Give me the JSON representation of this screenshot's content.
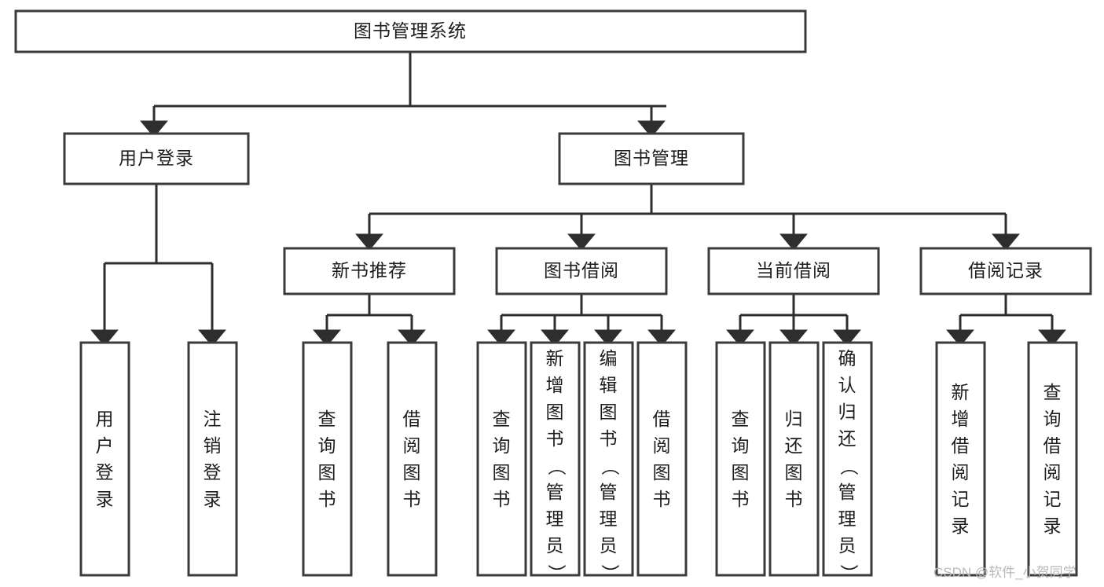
{
  "diagram": {
    "title": "图书管理系统",
    "type": "tree",
    "root": {
      "id": "root",
      "label": "图书管理系统",
      "orientation": "horizontal"
    },
    "level2": [
      {
        "id": "user-login",
        "label": "用户登录",
        "orientation": "horizontal"
      },
      {
        "id": "book-manage",
        "label": "图书管理",
        "orientation": "horizontal"
      }
    ],
    "level3": [
      {
        "id": "new-book-recommend",
        "label": "新书推荐",
        "orientation": "horizontal",
        "parent": "book-manage"
      },
      {
        "id": "book-borrow",
        "label": "图书借阅",
        "orientation": "horizontal",
        "parent": "book-manage"
      },
      {
        "id": "current-borrow",
        "label": "当前借阅",
        "orientation": "horizontal",
        "parent": "book-manage"
      },
      {
        "id": "borrow-record",
        "label": "借阅记录",
        "orientation": "horizontal",
        "parent": "book-manage"
      }
    ],
    "leaves": [
      {
        "id": "leaf-user-login",
        "label": "用户登录",
        "orientation": "vertical",
        "parent": "user-login"
      },
      {
        "id": "leaf-logout-login",
        "label": "注销登录",
        "orientation": "vertical",
        "parent": "user-login"
      },
      {
        "id": "leaf-query-book-1",
        "label": "查询图书",
        "orientation": "vertical",
        "parent": "new-book-recommend"
      },
      {
        "id": "leaf-borrow-book-1",
        "label": "借阅图书",
        "orientation": "vertical",
        "parent": "new-book-recommend"
      },
      {
        "id": "leaf-query-book-2",
        "label": "查询图书",
        "orientation": "vertical",
        "parent": "book-borrow"
      },
      {
        "id": "leaf-add-book-admin",
        "label": "新增图书（管理员）",
        "orientation": "vertical",
        "parent": "book-borrow"
      },
      {
        "id": "leaf-edit-book-admin",
        "label": "编辑图书（管理员）",
        "orientation": "vertical",
        "parent": "book-borrow"
      },
      {
        "id": "leaf-borrow-book-2",
        "label": "借阅图书",
        "orientation": "vertical",
        "parent": "book-borrow"
      },
      {
        "id": "leaf-query-book-3",
        "label": "查询图书",
        "orientation": "vertical",
        "parent": "current-borrow"
      },
      {
        "id": "leaf-return-book",
        "label": "归还图书",
        "orientation": "vertical",
        "parent": "current-borrow"
      },
      {
        "id": "leaf-confirm-return-admin",
        "label": "确认归还（管理员）",
        "orientation": "vertical",
        "parent": "current-borrow"
      },
      {
        "id": "leaf-add-borrow-record",
        "label": "新增借阅记录",
        "orientation": "vertical",
        "parent": "borrow-record"
      },
      {
        "id": "leaf-query-borrow-record",
        "label": "查询借阅记录",
        "orientation": "vertical",
        "parent": "borrow-record"
      }
    ],
    "colors": {
      "background": "#ffffff",
      "box_fill": "#ffffff",
      "box_stroke": "#3b3b3b",
      "connector": "#2e2e2e",
      "text": "#1d1d1d",
      "watermark": "#b9b9b9"
    }
  },
  "watermark": {
    "text": "CSDN @软件_小贺同学"
  }
}
